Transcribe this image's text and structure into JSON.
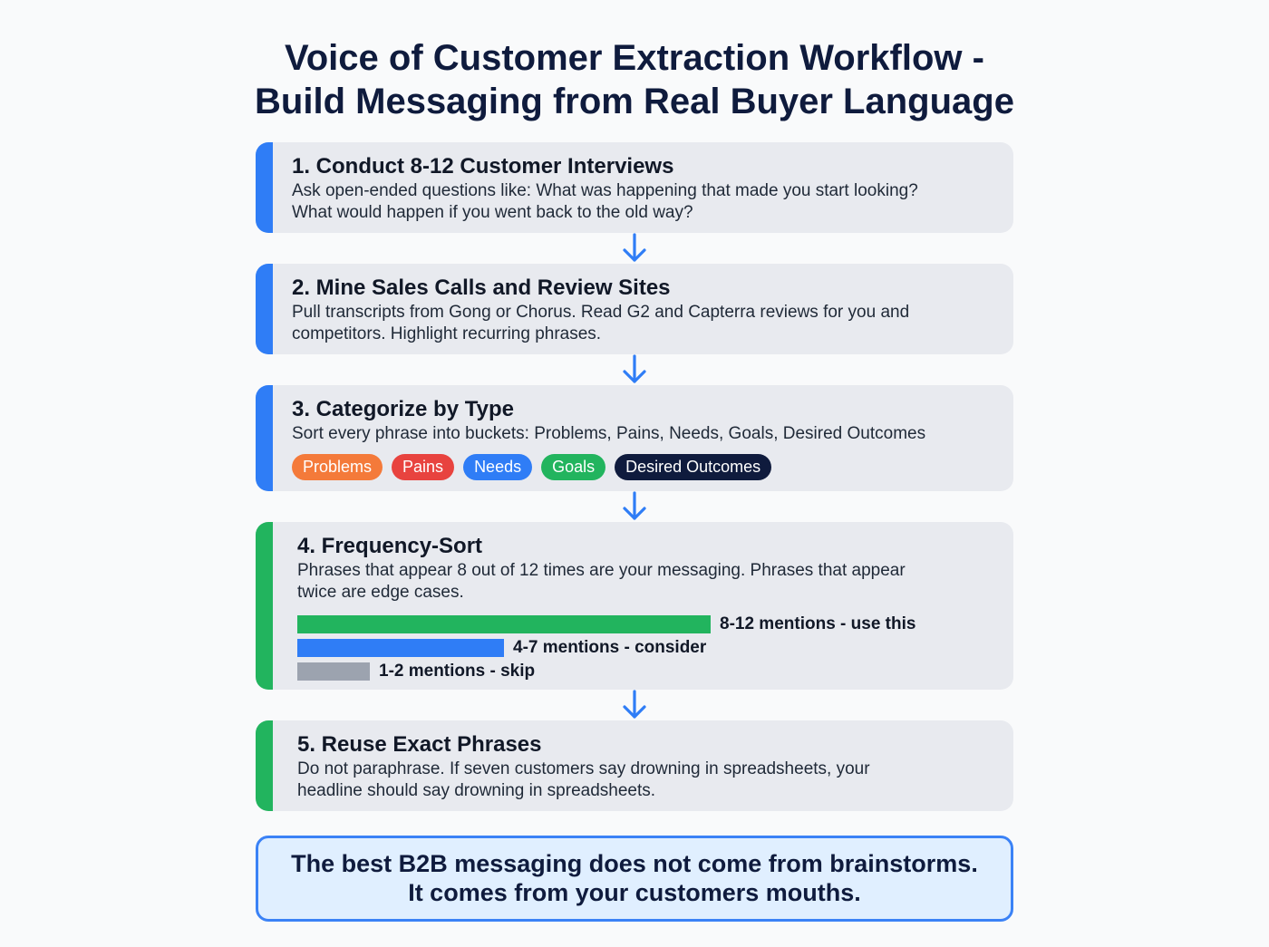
{
  "title": {
    "line1": "Voice of Customer Extraction Workflow -",
    "line2": "Build Messaging from Real Buyer Language"
  },
  "colors": {
    "blue_accent": "#2f7df6",
    "green_accent": "#22b45e",
    "card_bg": "#e8eaef",
    "arrow": "#2f7df6"
  },
  "steps": [
    {
      "title": "1. Conduct 8-12 Customer Interviews",
      "line1": "Ask open-ended questions like: What was happening that made you start looking?",
      "line2": "What would happen if you went back to the old way?"
    },
    {
      "title": "2. Mine Sales Calls and Review Sites",
      "line1": "Pull transcripts from Gong or Chorus. Read G2 and Capterra reviews for you and",
      "line2": "competitors. Highlight recurring phrases."
    },
    {
      "title": "3. Categorize by Type",
      "line1": "Sort every phrase into buckets: Problems, Pains, Needs, Goals, Desired Outcomes",
      "tags": [
        {
          "label": "Problems",
          "color": "#f47a3a"
        },
        {
          "label": "Pains",
          "color": "#e8433f"
        },
        {
          "label": "Needs",
          "color": "#2f7df6"
        },
        {
          "label": "Goals",
          "color": "#22b45e"
        },
        {
          "label": "Desired Outcomes",
          "color": "#0f1b3d"
        }
      ]
    },
    {
      "title": "4. Frequency-Sort",
      "line1": "Phrases that appear 8 out of 12 times are your messaging. Phrases that appear",
      "line2": "twice are edge cases.",
      "bars": [
        {
          "label": "8-12 mentions - use this",
          "level": 1.0,
          "color": "#22b45e"
        },
        {
          "label": "4-7 mentions - consider",
          "level": 0.5,
          "color": "#2f7df6"
        },
        {
          "label": "1-2 mentions - skip",
          "level": 0.175,
          "color": "#9ca3af"
        }
      ]
    },
    {
      "title": "5. Reuse Exact Phrases",
      "line1": "Do not paraphrase. If seven customers say drowning in spreadsheets, your",
      "line2": "headline should say drowning in spreadsheets."
    }
  ],
  "quote": {
    "line1": "The best B2B messaging does not come from brainstorms.",
    "line2": "It comes from your customers mouths."
  }
}
